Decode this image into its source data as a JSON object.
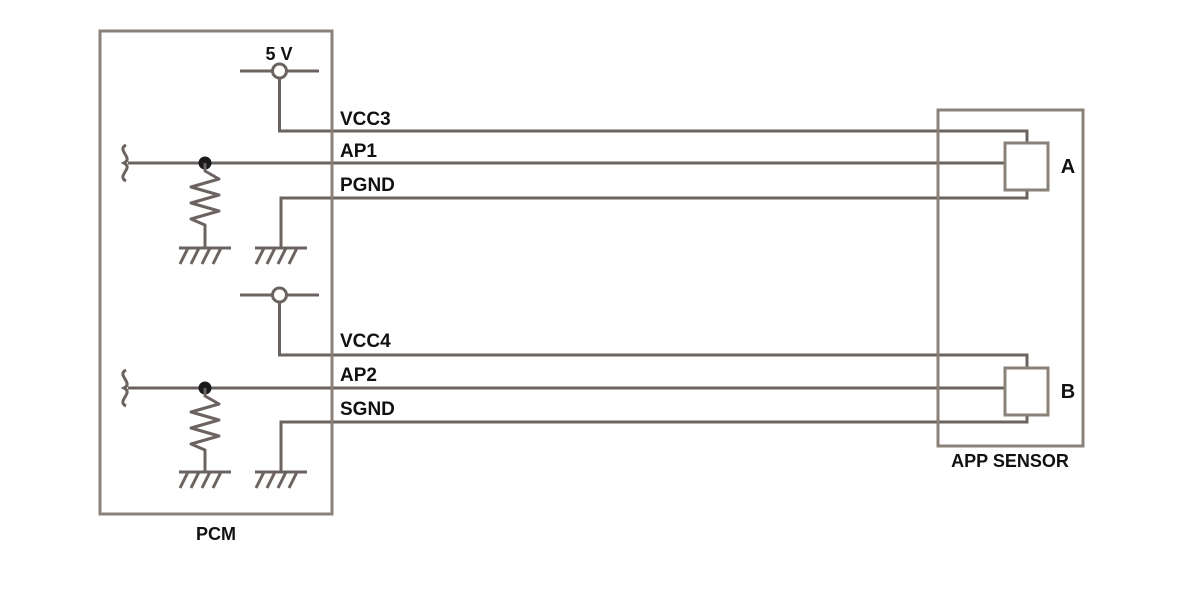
{
  "diagram": {
    "title_hidden": "",
    "colors": {
      "wire": "#6b6360",
      "box_border": "#8a8178",
      "text": "#111111",
      "background": "#ffffff",
      "junction_dot": "#1a1a1a"
    },
    "blocks": [
      {
        "id": "pcm",
        "label": "PCM"
      },
      {
        "id": "app_sensor",
        "label": "APP SENSOR"
      }
    ],
    "sensor_elements": [
      {
        "id": "sensor_a",
        "label": "A"
      },
      {
        "id": "sensor_b",
        "label": "B"
      }
    ],
    "supplies": [
      {
        "id": "supply_5v_top",
        "label": "5 V"
      },
      {
        "id": "supply_vcc4_src",
        "label": ""
      }
    ],
    "signals": [
      {
        "id": "vcc3",
        "label": "VCC3"
      },
      {
        "id": "ap1",
        "label": "AP1"
      },
      {
        "id": "pgnd",
        "label": "PGND"
      },
      {
        "id": "vcc4",
        "label": "VCC4"
      },
      {
        "id": "ap2",
        "label": "AP2"
      },
      {
        "id": "sgnd",
        "label": "SGND"
      }
    ],
    "components": [
      {
        "id": "pullup_resistor_1",
        "type": "resistor",
        "label": ""
      },
      {
        "id": "pullup_resistor_2",
        "type": "resistor",
        "label": ""
      },
      {
        "id": "ground_1",
        "type": "chassis-ground",
        "label": ""
      },
      {
        "id": "ground_2",
        "type": "chassis-ground",
        "label": ""
      },
      {
        "id": "ground_3",
        "type": "chassis-ground",
        "label": ""
      },
      {
        "id": "ground_4",
        "type": "chassis-ground",
        "label": ""
      }
    ]
  }
}
